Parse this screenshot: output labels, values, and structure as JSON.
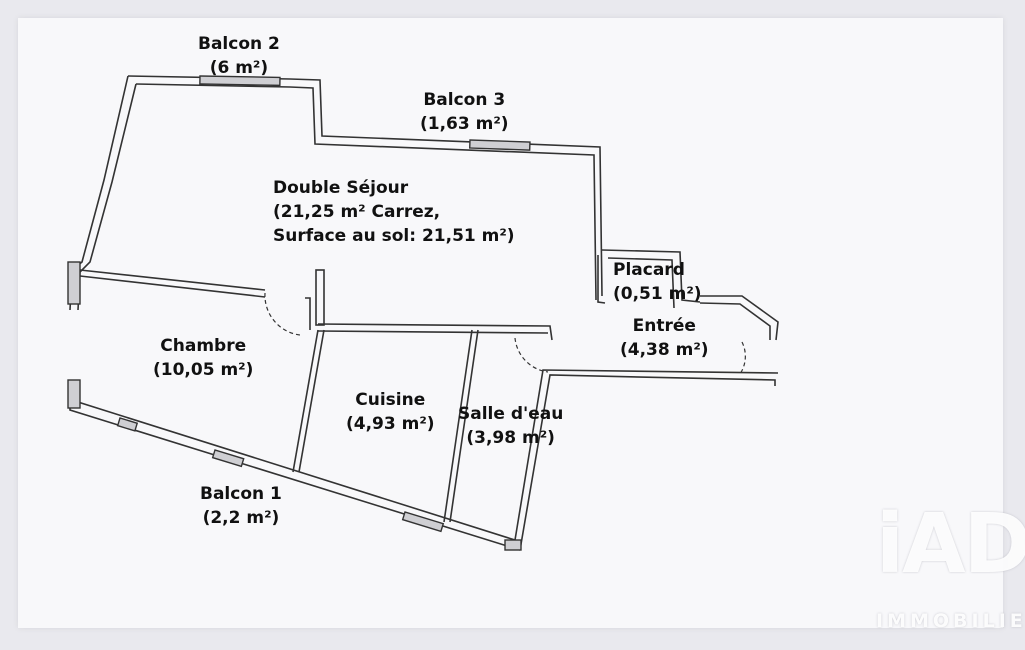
{
  "plan": {
    "rooms": {
      "balcon2": {
        "name": "Balcon 2",
        "area": "(6 m²)"
      },
      "balcon3": {
        "name": "Balcon 3",
        "area": "(1,63 m²)"
      },
      "sejour": {
        "name": "Double Séjour",
        "area": "(21,25 m² Carrez,",
        "area2": "Surface au sol: 21,51 m²)"
      },
      "placard": {
        "name": "Placard",
        "area": "(0,51 m²)"
      },
      "entree": {
        "name": "Entrée",
        "area": "(4,38 m²)"
      },
      "chambre": {
        "name": "Chambre",
        "area": "(10,05 m²)"
      },
      "cuisine": {
        "name": "Cuisine",
        "area": "(4,93 m²)"
      },
      "salle_eau": {
        "name": "Salle d'eau",
        "area": "(3,98 m²)"
      },
      "balcon1": {
        "name": "Balcon 1",
        "area": "(2,2 m²)"
      }
    }
  },
  "watermark": {
    "logo": "iAD",
    "text": "IMMOBILIER"
  },
  "colors": {
    "wall": "#333333",
    "paper": "#f8f8fa",
    "background": "#e9e9ee"
  }
}
